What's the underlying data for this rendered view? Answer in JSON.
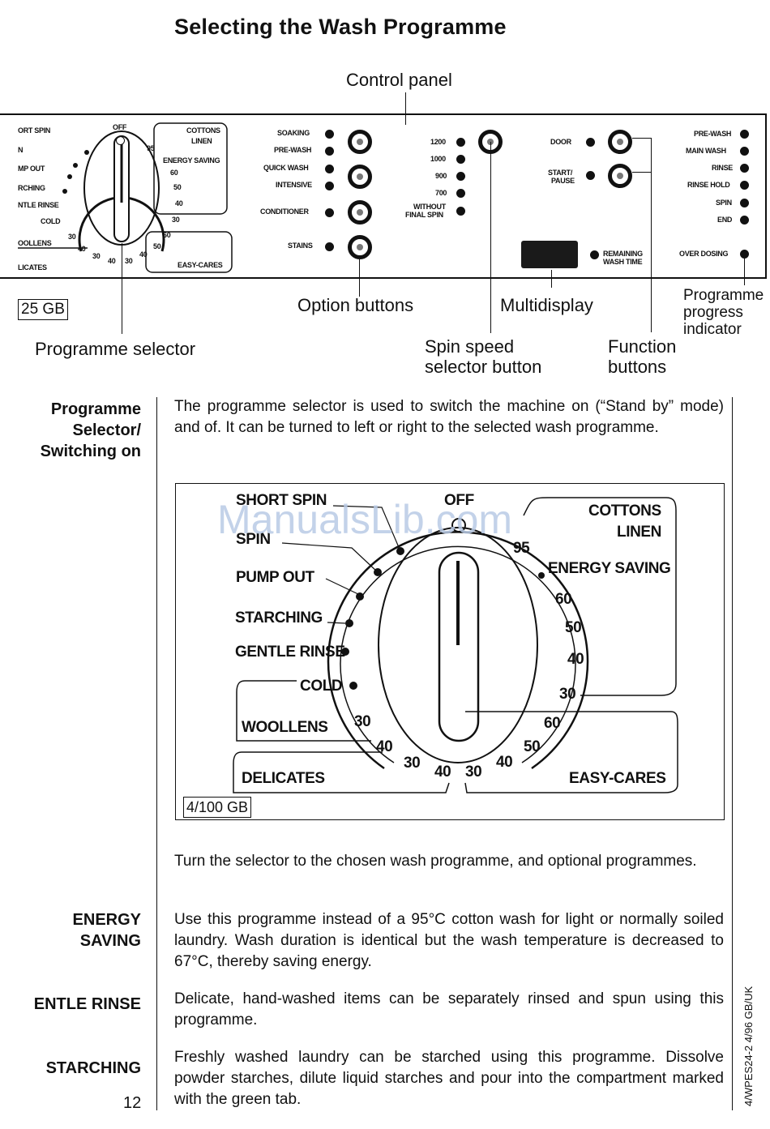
{
  "title": "Selecting the Wash Programme",
  "labels": {
    "control_panel": "Control panel",
    "option_buttons": "Option buttons",
    "multidisplay": "Multidisplay",
    "programme_progress": [
      "Programme",
      "progress",
      "indicator"
    ],
    "programme_selector": "Programme selector",
    "spin_speed": [
      "Spin speed",
      "selector button"
    ],
    "function_buttons": [
      "Function",
      "buttons"
    ],
    "fig_code_top": "25 GB",
    "fig_code_bottom": "4/100 GB"
  },
  "panel": {
    "dial_left": [
      "ORT SPIN",
      "N",
      "MP OUT",
      "RCHING",
      "NTLE RINSE",
      "COLD",
      "OOLLENS",
      "LICATES"
    ],
    "dial_off": "OFF",
    "dial_right": [
      "COTTONS",
      "LINEN",
      "95",
      "ENERGY SAVING",
      "60",
      "50",
      "40",
      "30",
      "60",
      "50",
      "40",
      "30",
      "40",
      "30",
      "30",
      "40",
      "EASY-CARES"
    ],
    "options": [
      "SOAKING",
      "PRE-WASH",
      "QUICK WASH",
      "INTENSIVE",
      "CONDITIONER",
      "STAINS"
    ],
    "spin": [
      "1200",
      "1000",
      "900",
      "700",
      "WITHOUT",
      "FINAL SPIN"
    ],
    "functions": [
      "DOOR",
      "START/",
      "PAUSE"
    ],
    "remaining": [
      "REMAINING",
      "WASH TIME"
    ],
    "progress": [
      "PRE-WASH",
      "MAIN WASH",
      "RINSE",
      "RINSE HOLD",
      "SPIN",
      "END",
      "OVER DOSING"
    ]
  },
  "sections": [
    {
      "head": [
        "Programme",
        "Selector/",
        "Switching on"
      ],
      "text": "The programme selector is used to switch the machine on (“Stand by” mode) and of. It can be turned to left or right to the selected wash programme."
    },
    {
      "head": [],
      "text": "Turn the selector to the chosen wash programme, and optional programmes."
    },
    {
      "head": [
        "ENERGY",
        "SAVING"
      ],
      "text": "Use this programme instead of a 95°C cotton wash for light or normally soiled laundry. Wash duration is identical but the wash temperature is decreased to 67°C, thereby saving energy."
    },
    {
      "head": [
        "ENTLE RINSE"
      ],
      "text": "Delicate, hand-washed items can be separately rinsed and spun using this programme."
    },
    {
      "head": [
        "STARCHING"
      ],
      "text": "Freshly washed laundry can be starched using this programme. Dissolve powder starches, dilute liquid starches and pour into the compartment marked with the green tab."
    }
  ],
  "figure": {
    "left": [
      "SHORT SPIN",
      "SPIN",
      "PUMP OUT",
      "STARCHING",
      "GENTLE RINSE",
      "COLD",
      "WOOLLENS",
      "DELICATES"
    ],
    "off": "OFF",
    "right": [
      "COTTONS",
      "LINEN",
      "95",
      "ENERGY SAVING",
      "60",
      "50",
      "40",
      "30"
    ],
    "woollens_temps": [
      "30",
      "40"
    ],
    "delicates_temps": [
      "30",
      "40"
    ],
    "easy_temps": [
      "60",
      "50",
      "40",
      "30"
    ],
    "easy_cares": "EASY-CARES"
  },
  "watermark": "ManualsLib.com",
  "page_number": "12",
  "doc_code": "4/WPES24-2 4/96  GB/UK"
}
